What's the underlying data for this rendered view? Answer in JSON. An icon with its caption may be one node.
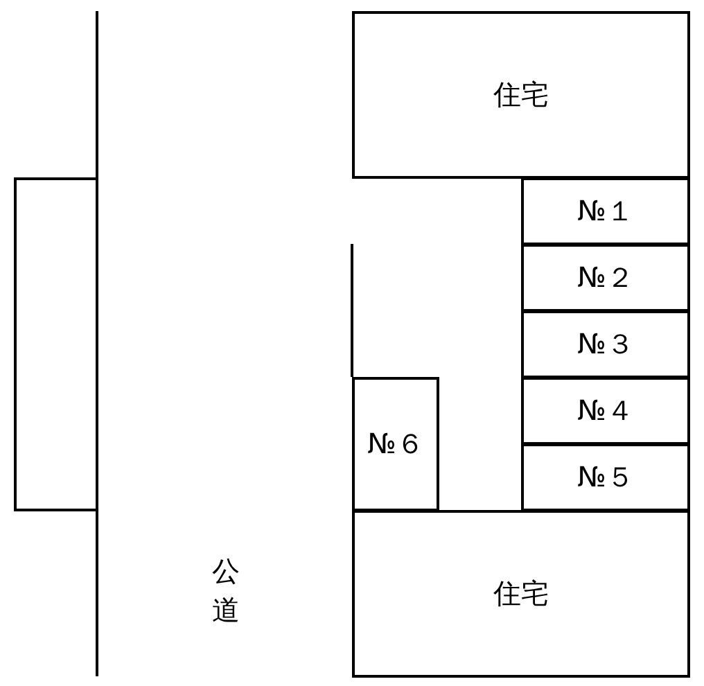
{
  "diagram": {
    "nodes": [
      {
        "text": [],
        "shape": "box"
      },
      {
        "text": [
          "住宅"
        ]
      },
      {
        "text": [
          "№１"
        ]
      },
      {
        "text": [
          "№２"
        ]
      },
      {
        "text": [
          "№３"
        ]
      },
      {
        "text": [
          "№４"
        ]
      },
      {
        "text": [
          "№５"
        ]
      },
      {
        "text": [
          "№６"
        ]
      },
      {
        "text": [
          "住宅"
        ]
      }
    ],
    "labels": [
      "公道"
    ]
  }
}
